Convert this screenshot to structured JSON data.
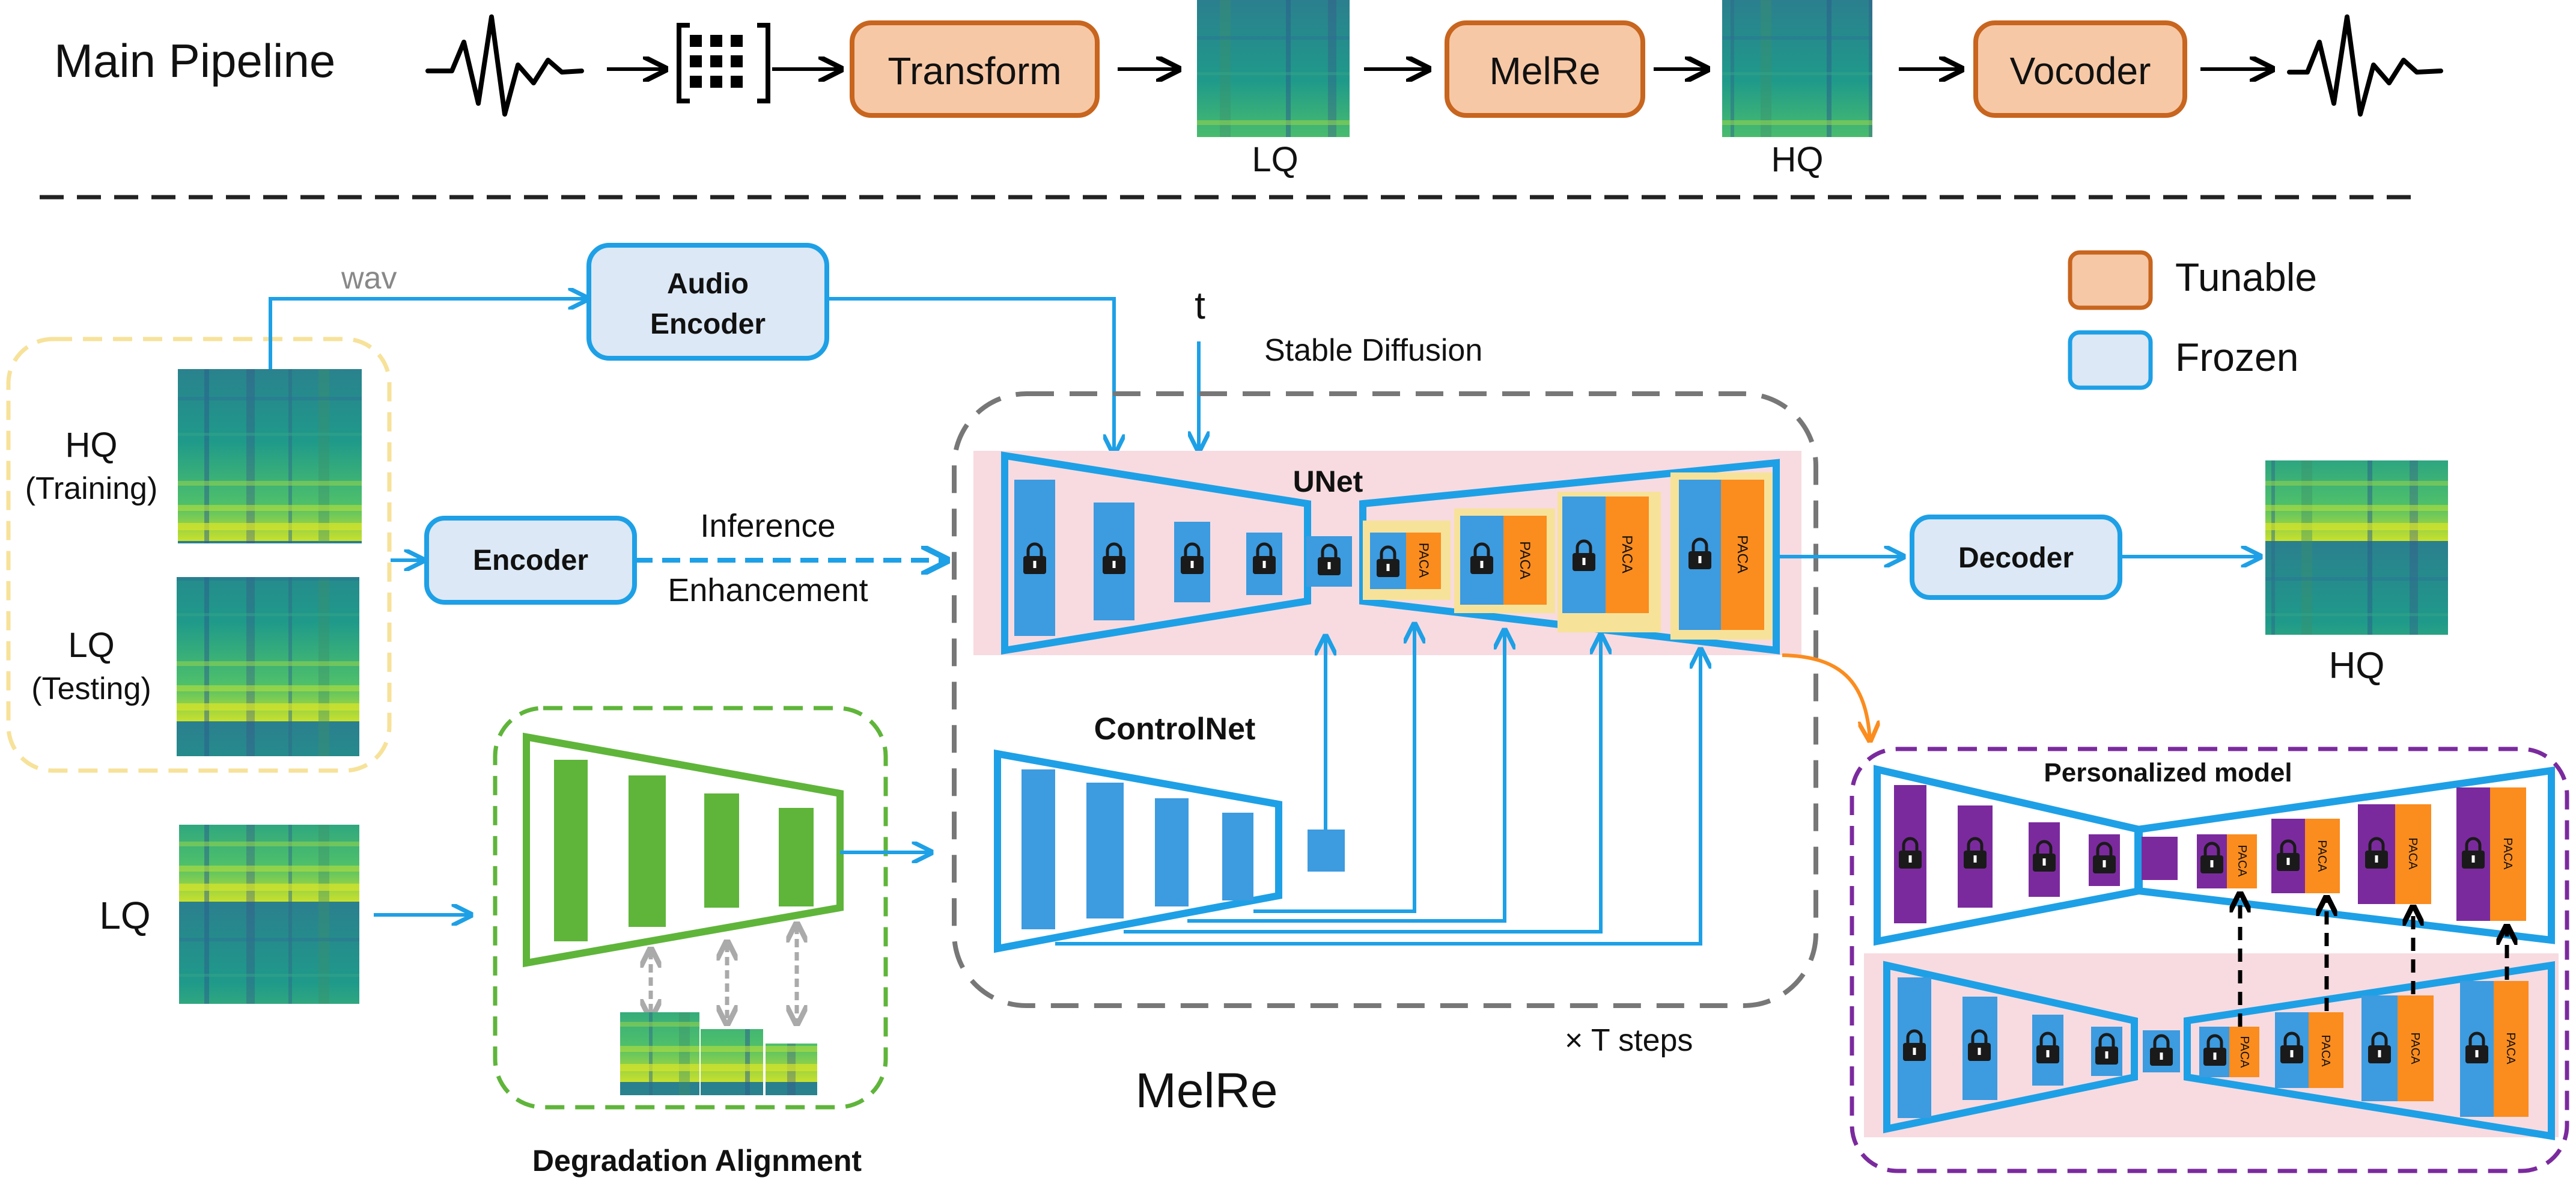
{
  "pipeline": {
    "title": "Main Pipeline",
    "transform_label": "Transform",
    "melre_label": "MelRe",
    "vocoder_label": "Vocoder",
    "lq_label": "LQ",
    "hq_label": "HQ"
  },
  "inputs": {
    "wav_label": "wav",
    "hq_label": "HQ",
    "hq_sub": "(Training)",
    "lq_label": "LQ",
    "lq_sub": "(Testing)",
    "lq_bottom_label": "LQ"
  },
  "modules": {
    "audio_encoder_line1": "Audio",
    "audio_encoder_line2": "Encoder",
    "encoder_label": "Encoder",
    "decoder_label": "Decoder",
    "inference_label": "Inference",
    "enhancement_label": "Enhancement",
    "t_label": "t",
    "stable_diffusion_label": "Stable Diffusion",
    "unet_label": "UNet",
    "controlnet_label": "ControlNet",
    "t_steps_label": "× T steps",
    "melre_label": "MelRe",
    "hq_output_label": "HQ",
    "degradation_label": "Degradation Alignment",
    "personalized_label": "Personalized model",
    "paca_label": "PACA"
  },
  "legend": {
    "tunable_label": "Tunable",
    "frozen_label": "Frozen"
  },
  "colors": {
    "blue": "#1ea0e6",
    "block_blue": "#3d9be0",
    "light_blue": "#dce8f5",
    "orange": "#fb8c1e",
    "light_orange": "#f6c8a6",
    "orange_stroke": "#c8651e",
    "green": "#5fb53a",
    "purple": "#7b2a9e",
    "pink": "#f7dbe0",
    "yellow_dash": "#f7e29a",
    "gray_dash": "#777777"
  }
}
